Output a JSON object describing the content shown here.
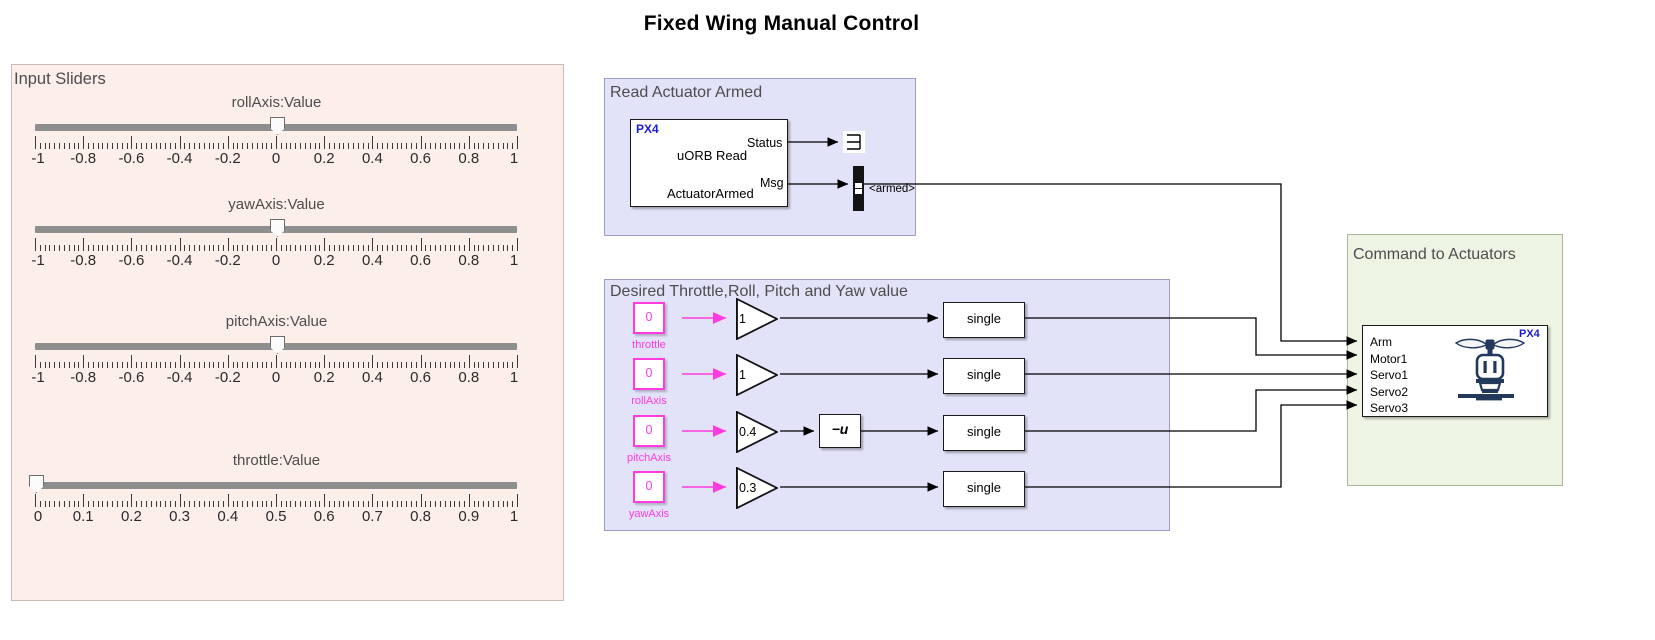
{
  "title": "Fixed Wing Manual Control",
  "sliders_panel": {
    "title": "Input Sliders",
    "sliders": [
      {
        "caption": "rollAxis:Value",
        "min": -1,
        "max": 1,
        "value": 0,
        "ticks": [
          "-1",
          "-0.8",
          "-0.6",
          "-0.4",
          "-0.2",
          "0",
          "0.2",
          "0.4",
          "0.6",
          "0.8",
          "1"
        ]
      },
      {
        "caption": "yawAxis:Value",
        "min": -1,
        "max": 1,
        "value": 0,
        "ticks": [
          "-1",
          "-0.8",
          "-0.6",
          "-0.4",
          "-0.2",
          "0",
          "0.2",
          "0.4",
          "0.6",
          "0.8",
          "1"
        ]
      },
      {
        "caption": "pitchAxis:Value",
        "min": -1,
        "max": 1,
        "value": 0,
        "ticks": [
          "-1",
          "-0.8",
          "-0.6",
          "-0.4",
          "-0.2",
          "0",
          "0.2",
          "0.4",
          "0.6",
          "0.8",
          "1"
        ]
      },
      {
        "caption": "throttle:Value",
        "min": 0,
        "max": 1,
        "value": 0,
        "ticks": [
          "0",
          "0.1",
          "0.2",
          "0.3",
          "0.4",
          "0.5",
          "0.6",
          "0.7",
          "0.8",
          "0.9",
          "1"
        ]
      }
    ]
  },
  "read_actuator_armed": {
    "label": "Read Actuator Armed",
    "uorb_block": {
      "vendor": "PX4",
      "name": "uORB Read",
      "topic": "ActuatorArmed",
      "out_port_1": "Status",
      "out_port_2": "Msg"
    },
    "terminator_icon": "terminator-icon",
    "bus_selector_signal": "<armed>"
  },
  "desired_values": {
    "label": "Desired Throttle,Roll, Pitch and Yaw value",
    "rows": [
      {
        "constant": "0",
        "name": "throttle",
        "gain": "1",
        "convert": "single",
        "negate": null
      },
      {
        "constant": "0",
        "name": "rollAxis",
        "gain": "1",
        "convert": "single",
        "negate": null
      },
      {
        "constant": "0",
        "name": "pitchAxis",
        "gain": "0.4",
        "convert": "single",
        "negate": "−u"
      },
      {
        "constant": "0",
        "name": "yawAxis",
        "gain": "0.3",
        "convert": "single",
        "negate": null
      }
    ]
  },
  "command_to_actuators": {
    "label": "Command to Actuators",
    "vendor": "PX4",
    "icon": "drone-rotor-icon",
    "ports": [
      "Arm",
      "Motor1",
      "Servo1",
      "Servo2",
      "Servo3"
    ]
  },
  "colors": {
    "slider_panel_bg": "#fceee9",
    "subsystem_bg": "#e2e2f8",
    "actuator_panel_bg": "#edf4e4",
    "constant_magenta": "#ff3ce0",
    "px4_blue": "#1b1bd6",
    "wire_black": "#000000"
  }
}
